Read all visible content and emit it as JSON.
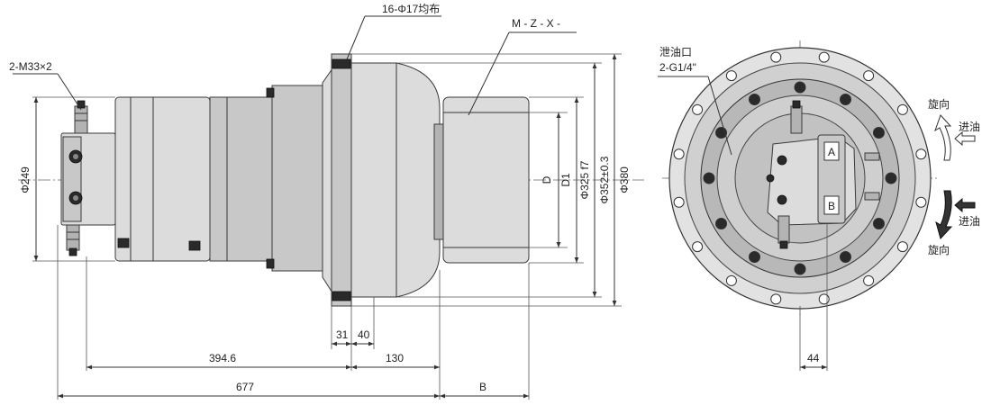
{
  "drawing": {
    "labels": {
      "bolt_holes": "16-Φ17均布",
      "model": "M - Z - X -",
      "ports_left": "2-M33×2",
      "drain_line1": "泄油口",
      "drain_line2": "2-G1/4\"",
      "rot_top": "旋向",
      "inlet_top": "进油",
      "inlet_bot": "进油",
      "rot_bot": "旋向",
      "dia_249": "Φ249",
      "dia_D": "D",
      "dia_D1": "D1",
      "dia_325": "Φ325 f7",
      "dia_352": "Φ352±0.3",
      "dia_380": "Φ380",
      "len_31": "31",
      "len_40": "40",
      "len_3946": "394.6",
      "len_130": "130",
      "len_677": "677",
      "len_B": "B",
      "len_44": "44",
      "mark_A": "A",
      "mark_B": "B"
    },
    "colors": {
      "line": "#333333",
      "fill_light": "#dcdcdc",
      "fill_mid": "#c8c8c8",
      "fill_dark": "#b3b3b3",
      "arrow_dark": "#333333",
      "arrow_light": "#ffffff"
    }
  }
}
